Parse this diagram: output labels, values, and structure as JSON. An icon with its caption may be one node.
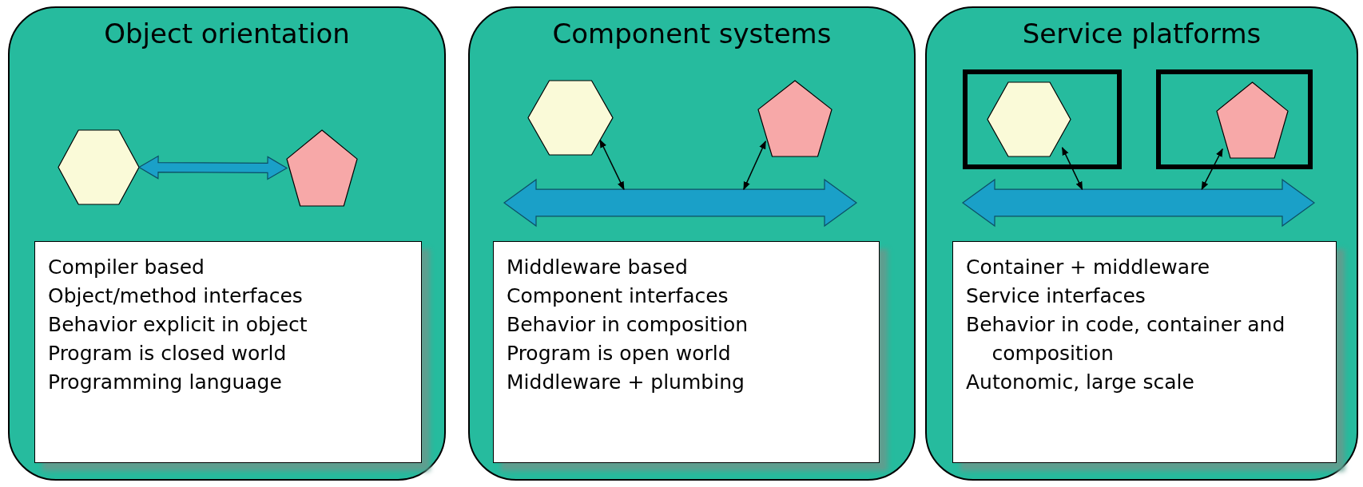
{
  "diagram": {
    "nodes": [
      {
        "text": [
          "Object orientation"
        ]
      },
      {
        "text": [],
        "shape": "hexagon",
        "in": 0
      },
      {
        "text": [],
        "shape": "pentagon",
        "in": 0
      },
      {
        "text": [
          "Compiler based",
          "Object/method interfaces",
          "Behavior explicit in object",
          "Program is closed world",
          "Programming language"
        ],
        "in": 0
      },
      {
        "text": [
          "Component systems"
        ]
      },
      {
        "text": [],
        "shape": "hexagon",
        "in": 4
      },
      {
        "text": [],
        "shape": "pentagon",
        "in": 4
      },
      {
        "text": [],
        "shape": "arrow",
        "in": 4
      },
      {
        "text": [
          "Middleware based",
          "Component interfaces",
          "Behavior in composition",
          "Program is open world",
          "Middleware + plumbing"
        ],
        "in": 4
      },
      {
        "text": [
          "Service platforms"
        ]
      },
      {
        "text": [],
        "shape": "box",
        "in": 9
      },
      {
        "text": [],
        "shape": "hexagon",
        "in": 10
      },
      {
        "text": [],
        "shape": "box",
        "in": 9
      },
      {
        "text": [],
        "shape": "pentagon",
        "in": 12
      },
      {
        "text": [],
        "shape": "arrow",
        "in": 9
      },
      {
        "text": [
          "Container + middleware",
          "Service interfaces",
          "Behavior in code, container and composition",
          "Autonomic, large scale"
        ],
        "in": 9
      }
    ],
    "edges": [
      {
        "from": 1,
        "to": 2,
        "arrow": "both",
        "style": "thick",
        "color": "#1aa0c8"
      },
      {
        "from": 5,
        "to": 7,
        "arrow": "both"
      },
      {
        "from": 6,
        "to": 7,
        "arrow": "both"
      },
      {
        "from": 11,
        "to": 14,
        "arrow": "both"
      },
      {
        "from": 13,
        "to": 14,
        "arrow": "both"
      }
    ]
  }
}
